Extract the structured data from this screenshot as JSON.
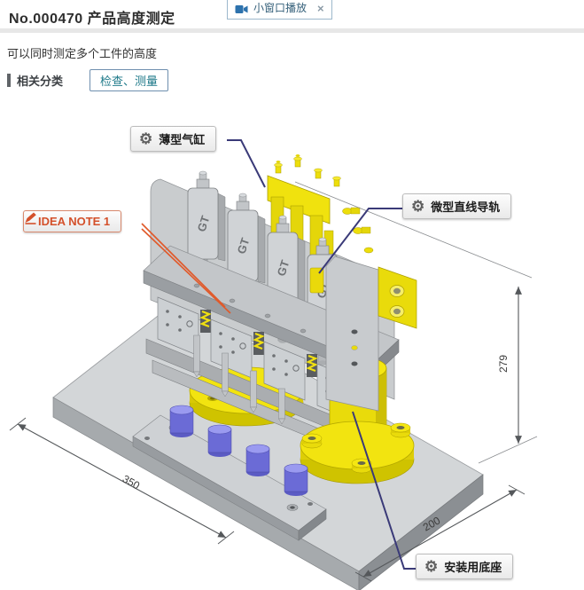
{
  "header": {
    "title": "No.000470 产品高度测定",
    "video_button": {
      "label": "小窗口播放",
      "close": "×"
    },
    "subtitle": "可以同时测定多个工件的高度",
    "category_label": "相关分类",
    "category_link": "检查、测量"
  },
  "diagram": {
    "callouts": [
      {
        "id": "thin-cylinder",
        "label": "薄型气缸",
        "icon": "gear-icon"
      },
      {
        "id": "idea-note",
        "label": "IDEA NOTE 1",
        "icon": "pencil-icon"
      },
      {
        "id": "linear-guide",
        "label": "微型直线导轨",
        "icon": "gear-icon"
      },
      {
        "id": "mounting-base",
        "label": "安装用底座",
        "icon": "gear-icon"
      }
    ],
    "dimensions": {
      "width": "350",
      "depth": "200",
      "height": "279"
    },
    "part_marking": "GT",
    "colors": {
      "accent_yellow": "#f2e410",
      "workpiece_blue": "#6b6bd6",
      "callout_line": "#3a3a78",
      "idea_note_orange": "#d4502a",
      "category_link_teal": "#1f7a8a"
    }
  }
}
